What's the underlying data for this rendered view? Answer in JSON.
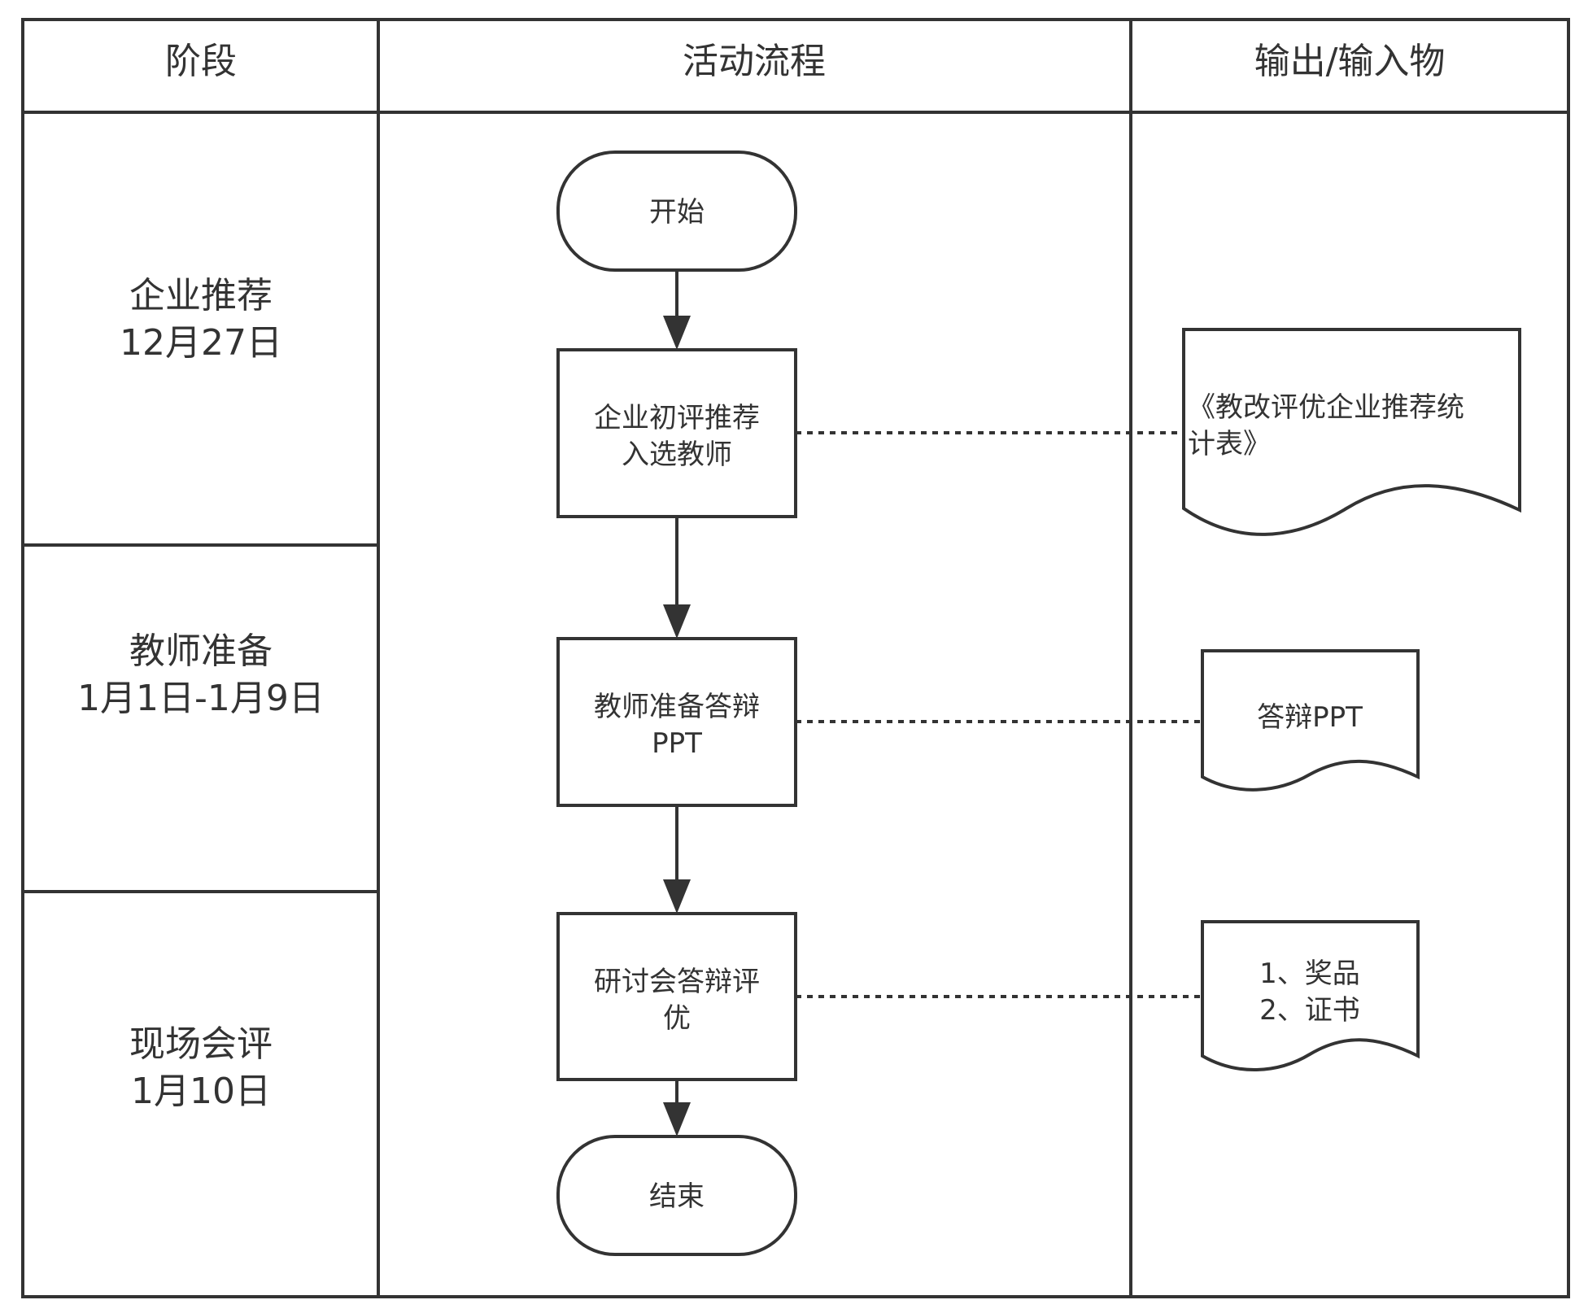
{
  "headers": {
    "stage": "阶段",
    "activity": "活动流程",
    "output": "输出/输入物"
  },
  "phases": [
    {
      "name": "企业推荐",
      "date": "12月27日"
    },
    {
      "name": "教师准备",
      "date": "1月1日-1月9日"
    },
    {
      "name": "现场会评",
      "date": "1月10日"
    }
  ],
  "flow": {
    "start": "开始",
    "steps": [
      {
        "line1": "企业初评推荐",
        "line2": "入选教师"
      },
      {
        "line1": "教师准备答辩",
        "line2": "PPT"
      },
      {
        "line1": "研讨会答辩评",
        "line2": "优"
      }
    ],
    "end": "结束"
  },
  "outputs": [
    {
      "line1": "《教改评优企业推荐统",
      "line2": "计表》"
    },
    {
      "line1": "答辩PPT",
      "line2": ""
    },
    {
      "line1": "1、奖品",
      "line2": "2、证书"
    }
  ]
}
